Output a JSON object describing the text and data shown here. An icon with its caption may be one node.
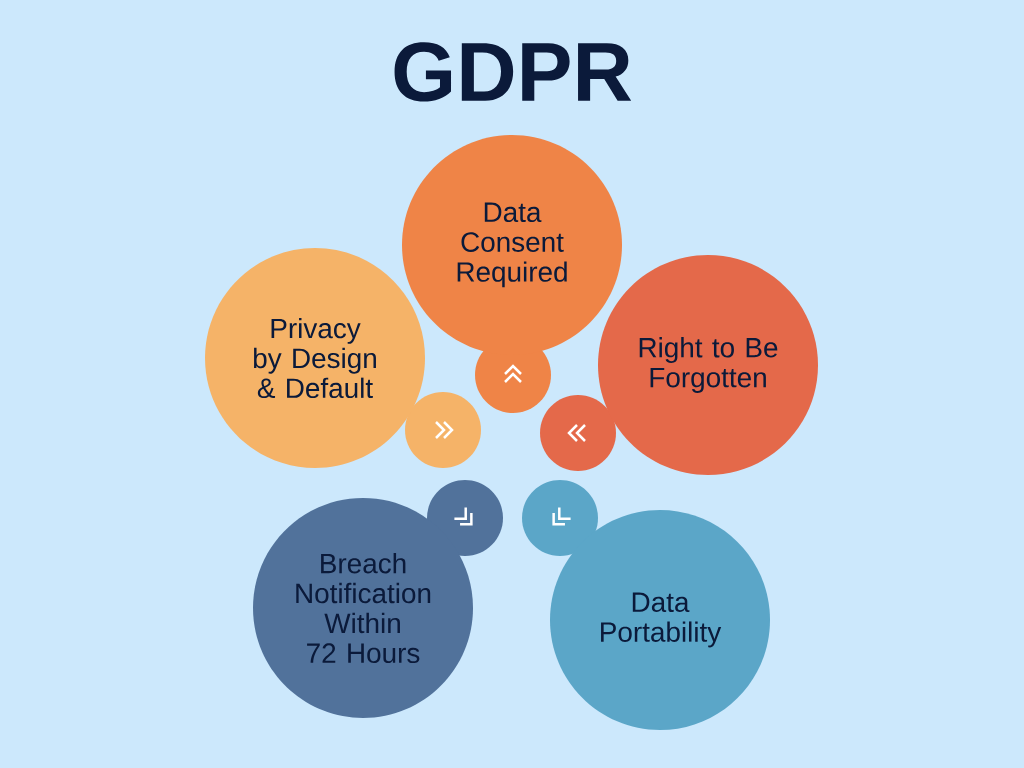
{
  "diagram": {
    "title": "GDPR",
    "nodes": [
      {
        "text": [
          "Data Consent Required"
        ]
      },
      {
        "text": [
          "Privacy by Design & Default"
        ]
      },
      {
        "text": [
          "Right to Be Forgotten"
        ]
      },
      {
        "text": [
          "Breach Notification Within 72 Hours"
        ]
      },
      {
        "text": [
          "Data Portability"
        ]
      }
    ]
  }
}
